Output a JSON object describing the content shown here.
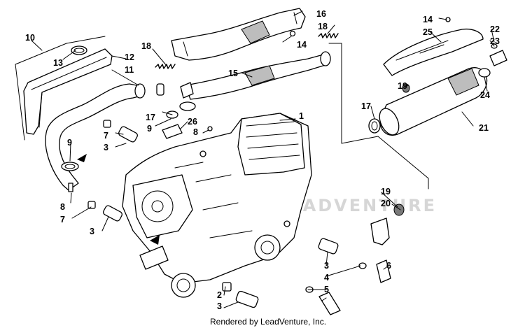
{
  "callouts": {
    "c1": "1",
    "c2": "2",
    "c3a": "3",
    "c3b": "3",
    "c3c": "3",
    "c3d": "3",
    "c4": "4",
    "c5": "5",
    "c6": "6",
    "c7a": "7",
    "c7b": "7",
    "c8a": "8",
    "c8b": "8",
    "c9a": "9",
    "c9b": "9",
    "c10": "10",
    "c11": "11",
    "c12": "12",
    "c13": "13",
    "c14a": "14",
    "c14b": "14",
    "c15": "15",
    "c16": "16",
    "c17a": "17",
    "c17b": "17",
    "c18a": "18",
    "c18b": "18",
    "c19a": "19",
    "c19b": "19",
    "c20": "20",
    "c21": "21",
    "c22": "22",
    "c23": "23",
    "c24": "24",
    "c25": "25",
    "c26": "26"
  },
  "watermark": "LEADVENTURE",
  "caption": "Rendered by LeadVenture, Inc."
}
